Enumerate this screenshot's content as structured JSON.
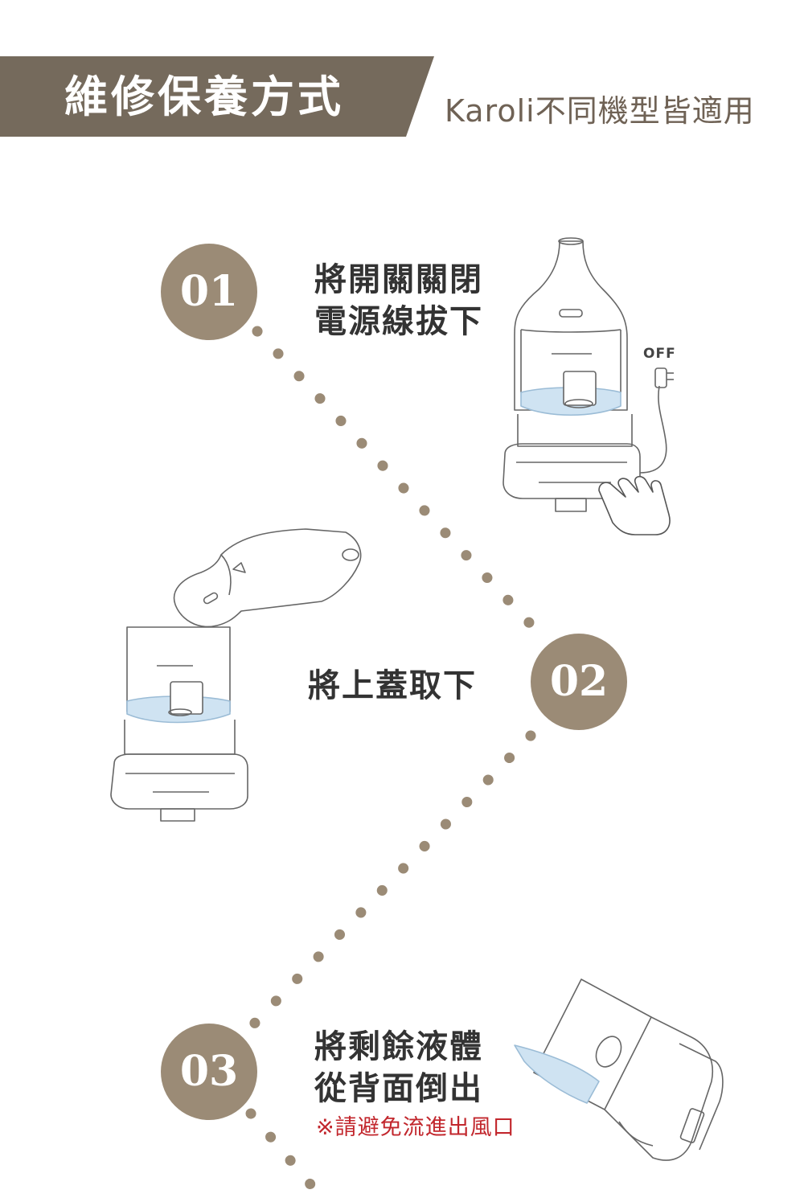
{
  "header": {
    "title": "維修保養方式",
    "subtitle": "Karoli不同機型皆適用",
    "banner_color": "#756a5c"
  },
  "steps": [
    {
      "number": "01",
      "lines": [
        "將開關關閉",
        "電源線拔下"
      ],
      "label": "OFF"
    },
    {
      "number": "02",
      "lines": [
        "將上蓋取下"
      ]
    },
    {
      "number": "03",
      "lines": [
        "將剩餘液體",
        "從背面倒出"
      ],
      "note": "※請避免流進出風口"
    }
  ],
  "colors": {
    "circle": "#9b8b76",
    "dots": "#9b8b76",
    "note": "#c2272d",
    "water": "#cfe3f2"
  }
}
